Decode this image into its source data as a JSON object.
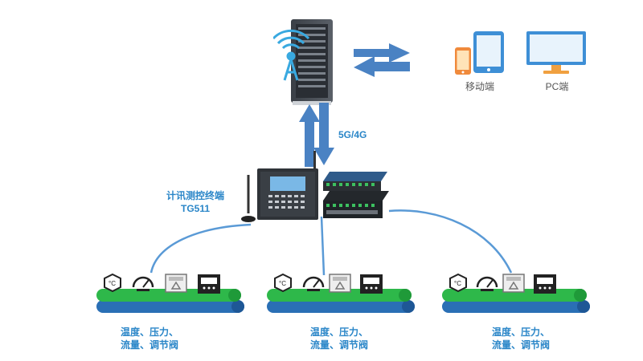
{
  "network": {
    "link_label": "5G/4G"
  },
  "clients": {
    "mobile_label": "移动端",
    "pc_label": "PC端"
  },
  "terminal": {
    "name_line1": "计讯测控终端",
    "name_line2": "TG511"
  },
  "stations": [
    {
      "line1": "温度、压力、",
      "line2": "流量、调节阀"
    },
    {
      "line1": "温度、压力、",
      "line2": "流量、调节阀"
    },
    {
      "line1": "温度、压力、",
      "line2": "流量、调节阀"
    }
  ],
  "colors": {
    "arrow": "#4a82c3",
    "pipe_green": "#2eb84a",
    "pipe_blue": "#2a6fb5",
    "label_blue": "#2a86c8",
    "cable": "#5a9ad6"
  }
}
